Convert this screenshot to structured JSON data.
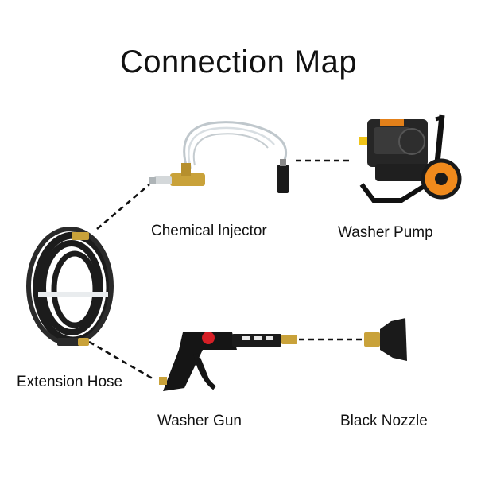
{
  "title": "Connection Map",
  "labels": {
    "chemical_injector": "Chemical lnjector",
    "washer_pump": "Washer Pump",
    "extension_hose": "Extension Hose",
    "washer_gun": "Washer Gun",
    "black_nozzle": "Black Nozzle"
  },
  "colors": {
    "brass": "#c9a23a",
    "pump_orange": "#f08a1c",
    "hose_black": "#1c1c1c",
    "gun_red": "#d61f26",
    "dash": "#111111"
  }
}
